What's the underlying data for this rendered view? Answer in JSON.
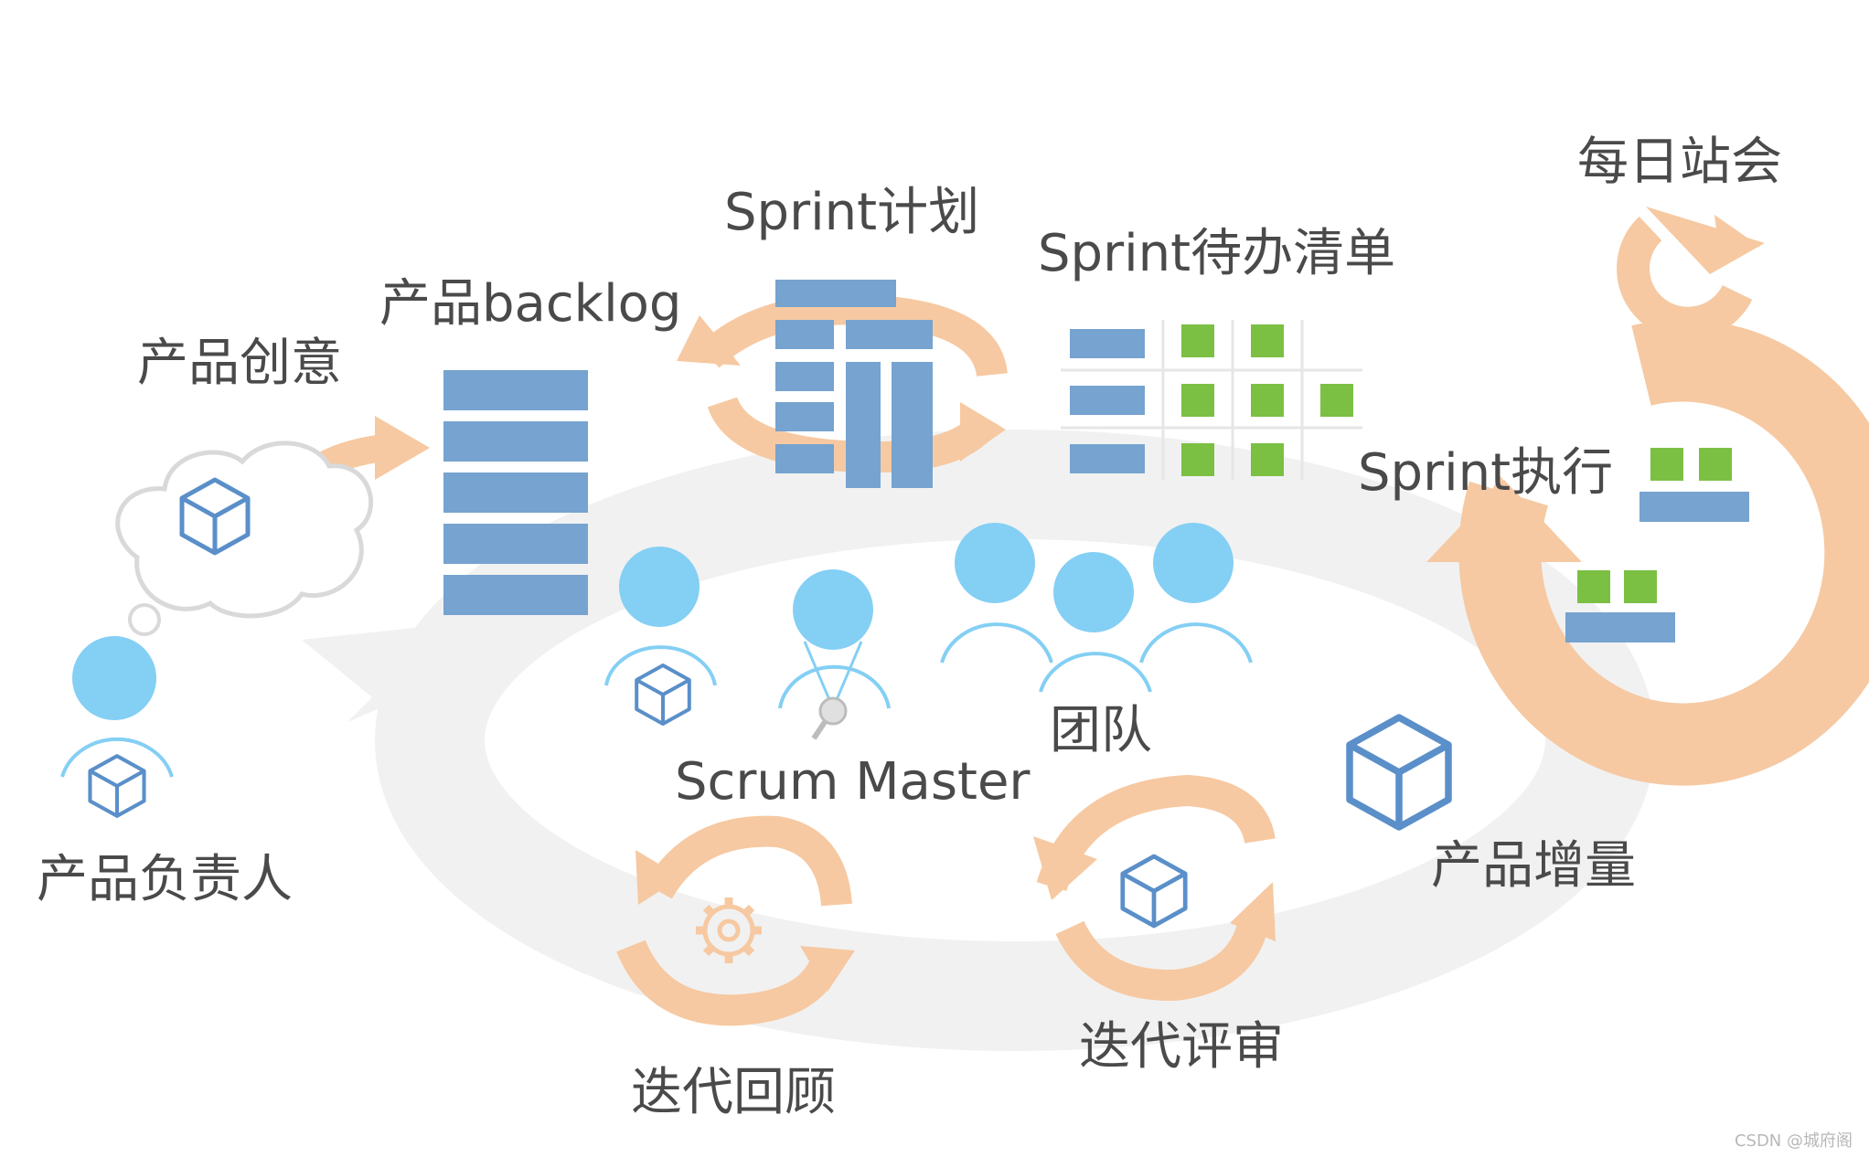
{
  "labels": {
    "product_idea": "产品创意",
    "product_backlog": "产品backlog",
    "sprint_plan": "Sprint计划",
    "sprint_backlog": "Sprint待办清单",
    "daily_standup": "每日站会",
    "sprint_execution": "Sprint执行",
    "product_owner": "产品负责人",
    "scrum_master": "Scrum Master",
    "team": "团队",
    "product_increment": "产品增量",
    "sprint_review": "迭代评审",
    "retrospective": "迭代回顾"
  },
  "watermark": "CSDN @城府阁",
  "icons": [
    "cloud-icon",
    "cube-icon",
    "person-icon",
    "gear-icon",
    "cycle-arrow-icon",
    "whistle-icon"
  ],
  "colors": {
    "bar_blue": "#76a3cf",
    "cube_blue": "#5a8fc9",
    "person_blue": "#84cff4",
    "task_green": "#7bc043",
    "arrow_orange": "#f6c9a2",
    "loop_gray": "#f0f0f0",
    "text": "#4a4a4a"
  }
}
